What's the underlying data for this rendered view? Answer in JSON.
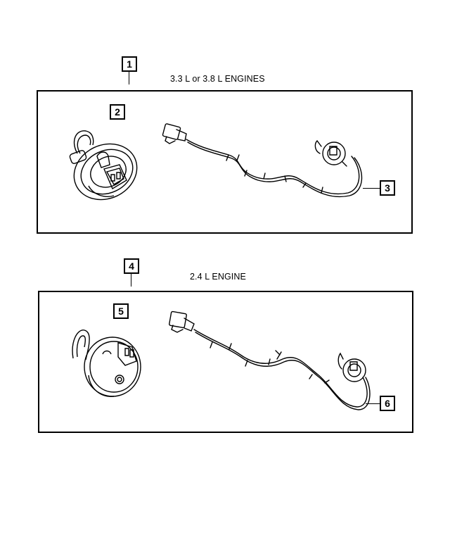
{
  "sections": [
    {
      "group_callout": "1",
      "heading": "3.3 L or 3.8 L ENGINES",
      "sensor_callout": "2",
      "harness_callout": "3"
    },
    {
      "group_callout": "4",
      "heading": "2.4 L ENGINE",
      "sensor_callout": "5",
      "harness_callout": "6"
    }
  ],
  "icons": {
    "sensor": "wheel-speed-sensor-icon",
    "harness": "wiring-harness-icon"
  }
}
